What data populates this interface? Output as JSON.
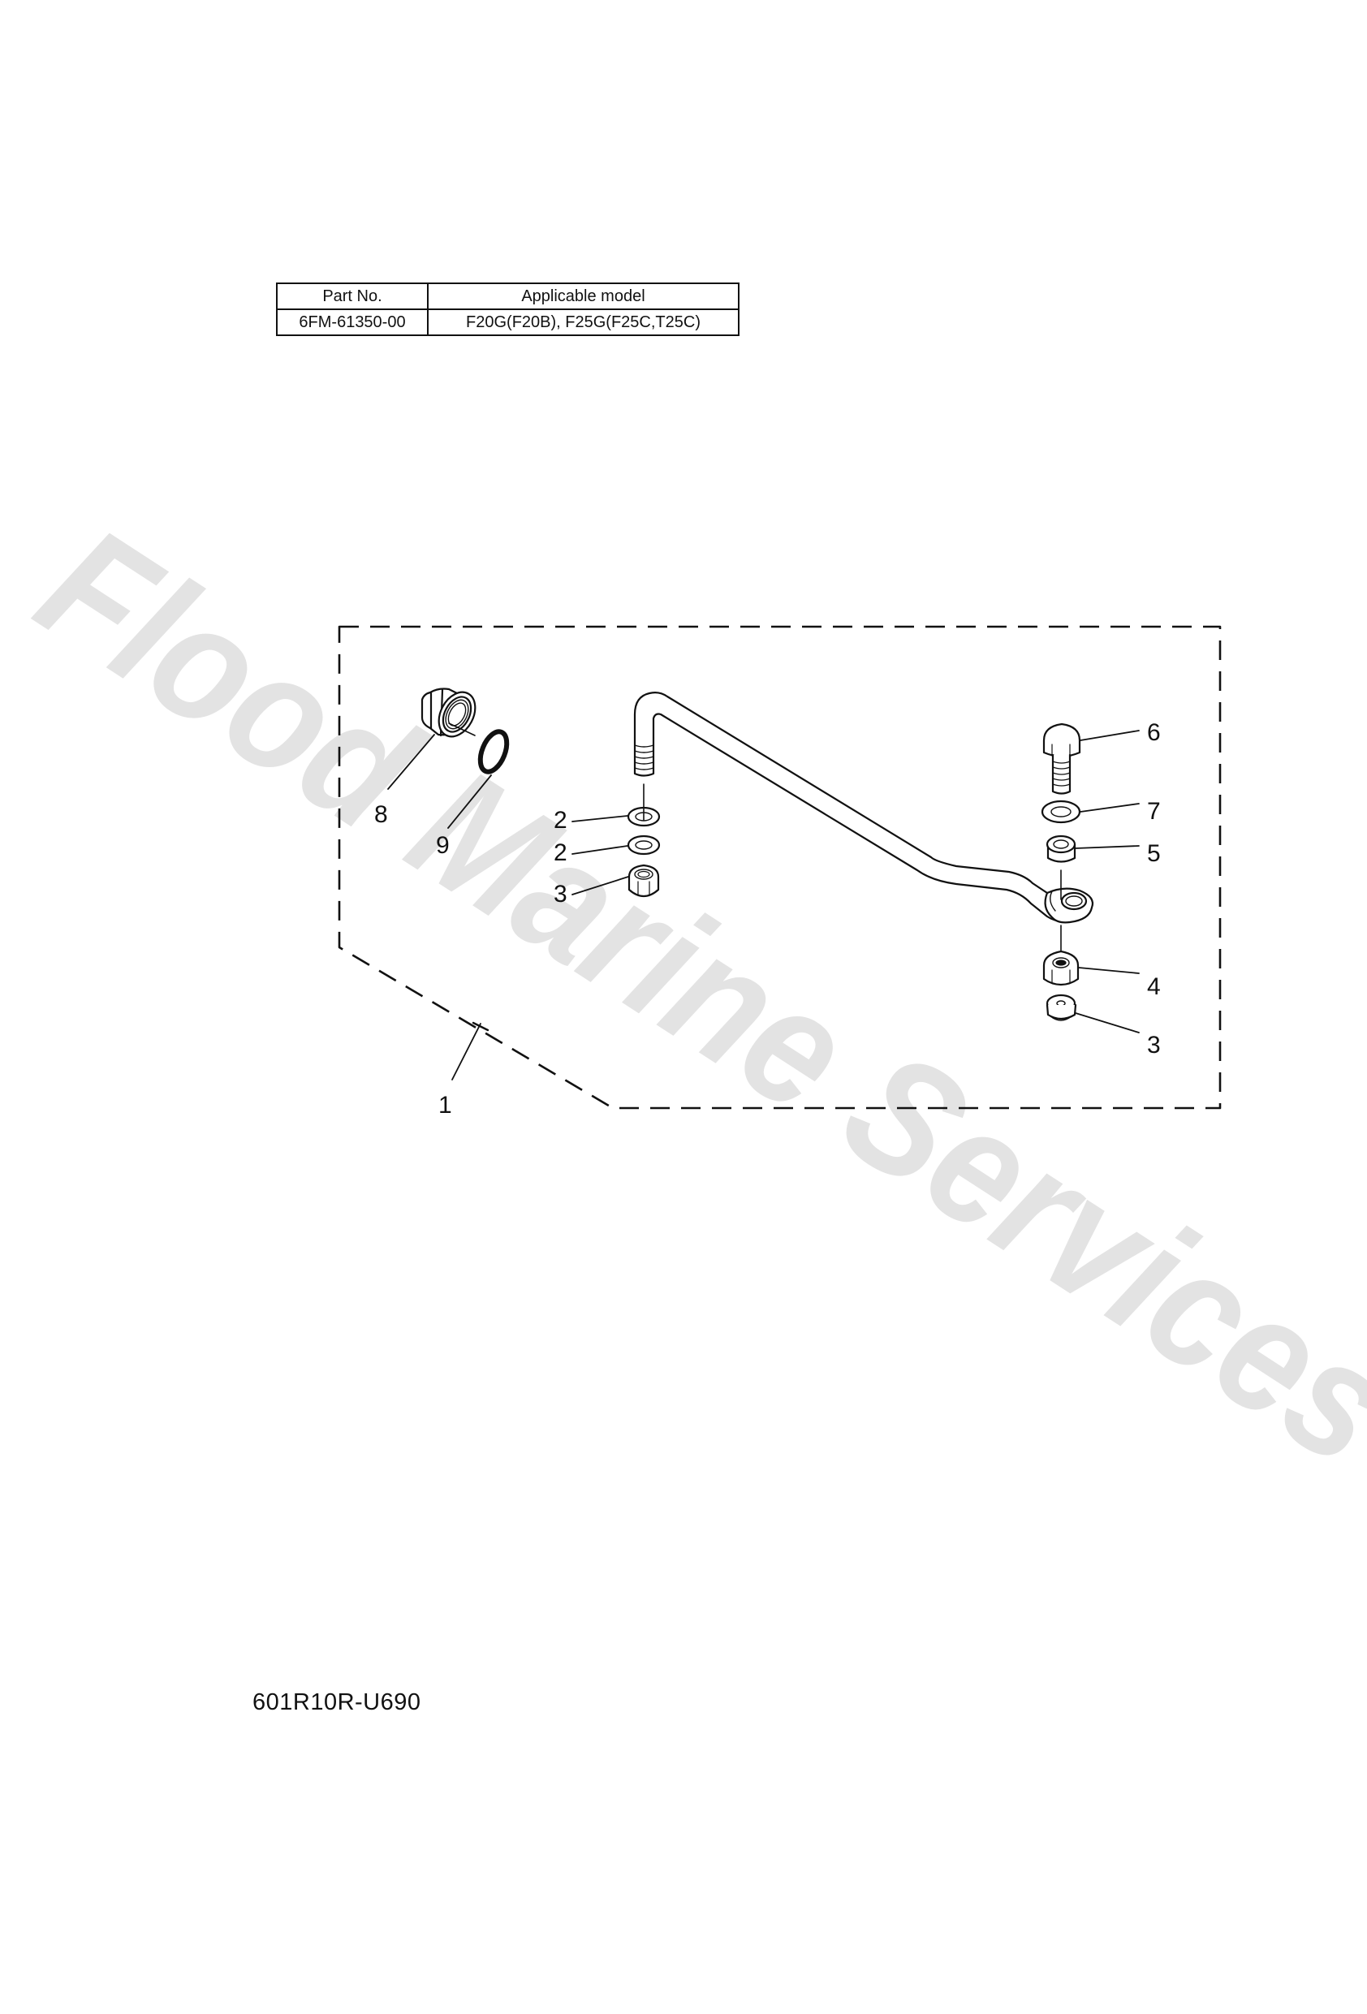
{
  "watermark": {
    "text": "Flood Marine Services",
    "color": "#e3e3e3",
    "angle_deg": 33
  },
  "applicability_table": {
    "headers": [
      "Part No.",
      "Applicable model"
    ],
    "rows": [
      [
        "6FM-61350-00",
        "F20G(F20B), F25G(F25C,T25C)"
      ]
    ]
  },
  "diagram": {
    "title": "Steering link rod assembly exploded view",
    "line_color": "#111111",
    "assembly_outline": "dashed",
    "callouts": [
      {
        "ref": "1",
        "part": "steering link rod assembly"
      },
      {
        "ref": "2",
        "part": "washer (upper)"
      },
      {
        "ref": "2",
        "part": "washer (lower)"
      },
      {
        "ref": "3",
        "part": "nut (left)"
      },
      {
        "ref": "3",
        "part": "nut (right, bottom)"
      },
      {
        "ref": "4",
        "part": "nut"
      },
      {
        "ref": "5",
        "part": "collar"
      },
      {
        "ref": "6",
        "part": "bolt"
      },
      {
        "ref": "7",
        "part": "washer"
      },
      {
        "ref": "8",
        "part": "cap nut"
      },
      {
        "ref": "9",
        "part": "O-ring"
      }
    ]
  },
  "footer": {
    "drawing_code": "601R10R-U690"
  }
}
